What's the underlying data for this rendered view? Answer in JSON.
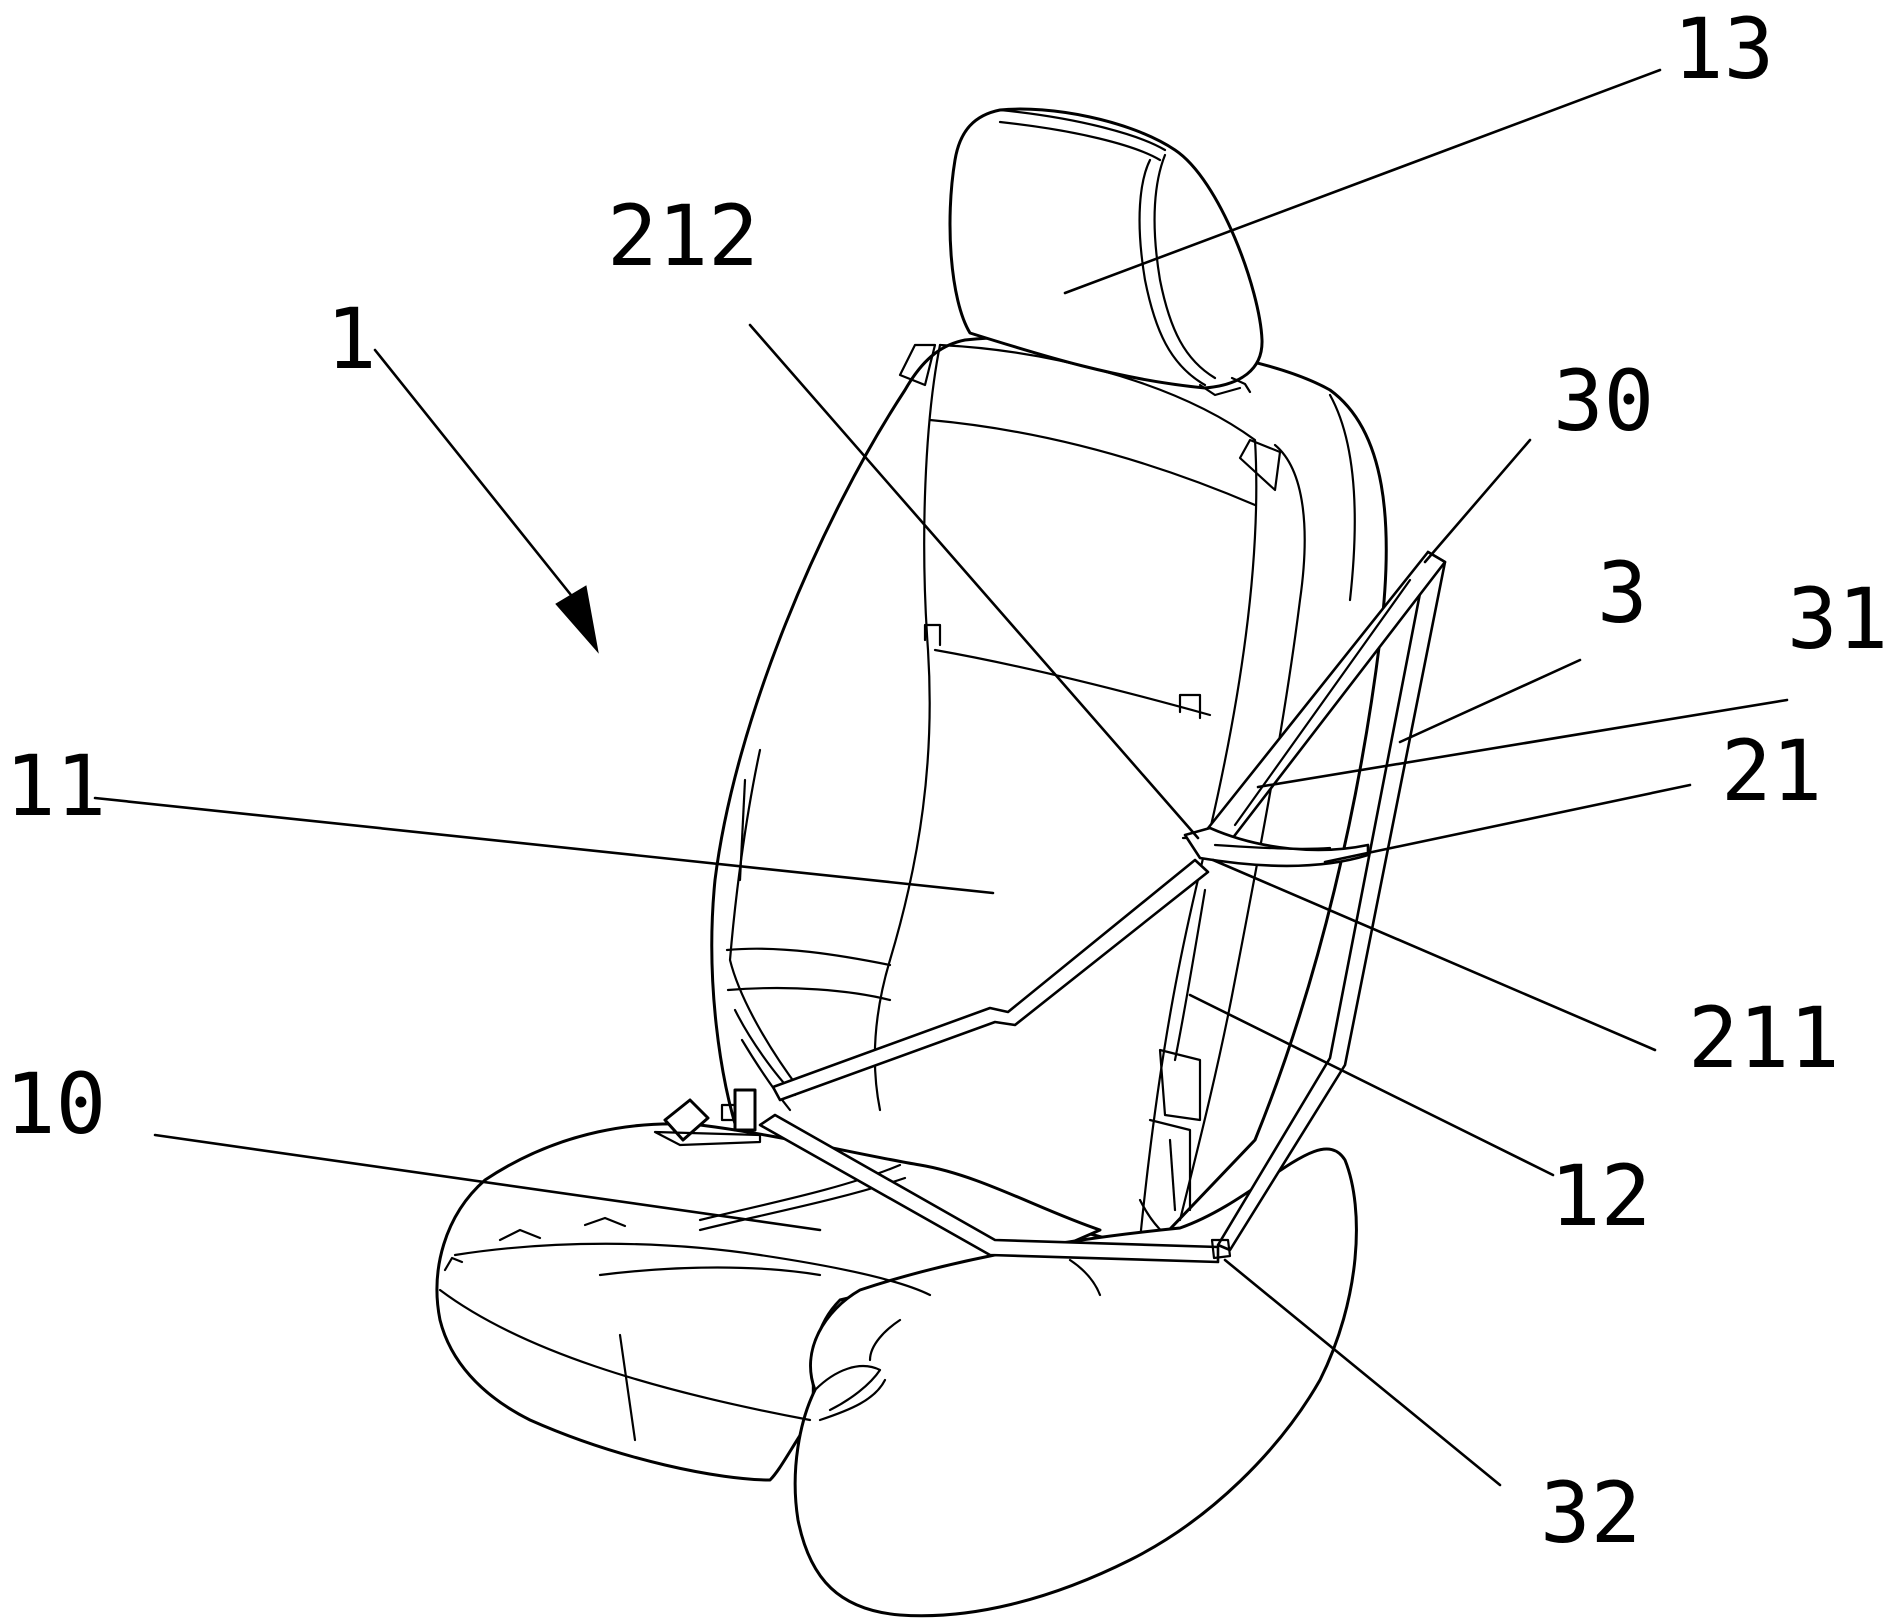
{
  "figure": {
    "labels": {
      "seat_assembly": "1",
      "seat_cushion": "10",
      "seat_back": "11",
      "side_frame": "12",
      "headrest": "13",
      "strap_junction": "21",
      "strap_lower_section": "211",
      "strap_upper_section": "212",
      "support_frame": "3",
      "frame_top": "30",
      "frame_upper_member": "31",
      "frame_lower_end": "32"
    },
    "colors": {
      "line": "#000000",
      "background": "#ffffff"
    }
  }
}
